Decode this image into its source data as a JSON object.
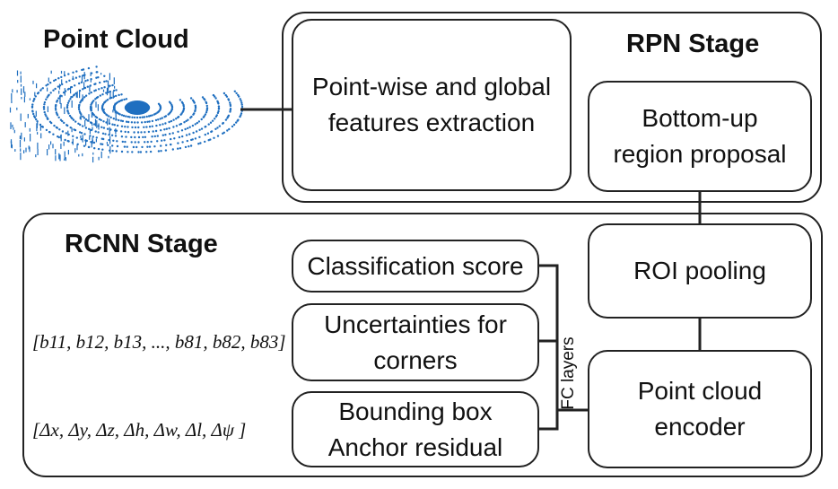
{
  "point_cloud": {
    "title": "Point Cloud"
  },
  "rpn_stage": {
    "title": "RPN Stage",
    "feature_box": [
      "Point-wise and global",
      "features extraction"
    ],
    "proposal_box": [
      "Bottom-up",
      "region proposal"
    ]
  },
  "rcnn_stage": {
    "title": "RCNN Stage",
    "classification_box": [
      "Classification score"
    ],
    "uncertainty_box": [
      "Uncertainties for",
      "corners"
    ],
    "bbox_box": [
      "Bounding box",
      "Anchor residual"
    ],
    "roi_box": [
      "ROI pooling"
    ],
    "encoder_box": [
      "Point cloud",
      "encoder"
    ],
    "fc_label": "FC layers",
    "uncertainty_vector": "[b11, b12, b13, ..., b81, b82, b83]",
    "residual_vector": "[Δx, Δy, Δz, Δh, Δw, Δl, Δψ ]"
  },
  "colors": {
    "line": "#222222",
    "point_cloud_blue": "#1f6fc0"
  }
}
